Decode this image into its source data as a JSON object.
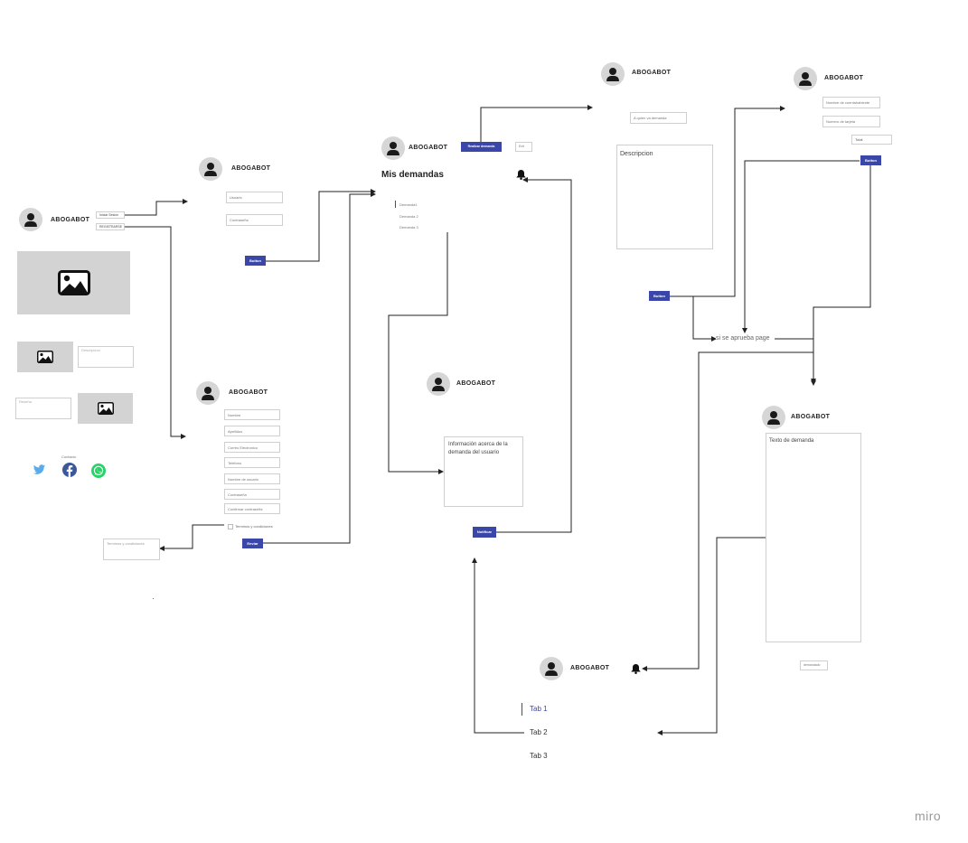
{
  "brand": "ABOGABOT",
  "home": {
    "inicio_sesion_btn": "Iniciar Sesión",
    "registrarse_btn": "REGISTRARSE",
    "descripcion_placeholder": "Descripción",
    "resena_placeholder": "Reseña",
    "contacto_label": "Contacto"
  },
  "login": {
    "usuario_placeholder": "Usuario",
    "contrasena_placeholder": "Contraseña",
    "submit_label": "Button"
  },
  "register": {
    "fields": [
      "Nombre",
      "Apellidos",
      "Correo Electronico",
      "Teléfono",
      "Nombre de usuario",
      "Contraseña",
      "Confirmar contraseña"
    ],
    "terms_label": "Terminos y condiciones",
    "terms_box_label": "Terminos y condiciones",
    "submit_label": "Enviar"
  },
  "demandas": {
    "realizar_btn": "Realizar demanda",
    "exit_btn": "Exit",
    "title": "Mis demandas",
    "items": [
      "Demanda1",
      "Demanda 2",
      "Demanda 3"
    ]
  },
  "nueva_demanda": {
    "a_quien_placeholder": "A quien va demanda",
    "descripcion_label": "Descripcion",
    "submit_label": "Button"
  },
  "pago": {
    "titular_placeholder": "Nombre de cuentahabiente",
    "tarjeta_placeholder": "Numero de tarjeta",
    "total_label": "Total",
    "submit_label": "Button"
  },
  "detalle": {
    "info_text": "Información acerca de la demanda del usuario",
    "notify_btn": "Notificar"
  },
  "flow": {
    "condition_label": "si se aprueba page"
  },
  "texto_demanda": {
    "label": "Texto de demanda",
    "action_label": "demandado"
  },
  "tabs_screen": {
    "tabs": [
      "Tab 1",
      "Tab 2",
      "Tab 3"
    ]
  },
  "watermark": "miro",
  "colors": {
    "accent": "#3b47a8",
    "twitter": "#55acee",
    "facebook": "#3b5998",
    "whatsapp": "#25d366",
    "placeholder_gray": "#d3d3d3"
  },
  "icons": [
    "user-avatar-icon",
    "image-icon",
    "bell-icon",
    "twitter-icon",
    "facebook-icon",
    "whatsapp-icon"
  ]
}
